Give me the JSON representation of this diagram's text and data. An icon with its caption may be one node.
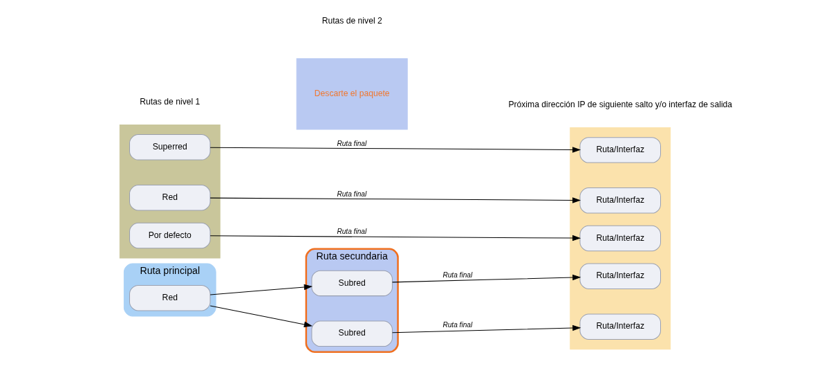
{
  "diagram": {
    "nodes": [
      {
        "text": [],
        "shape": "box"
      },
      {
        "text": [
          "Por defecto"
        ],
        "in": 0
      },
      {
        "text": [
          "Superred"
        ],
        "in": 0
      },
      {
        "text": [
          "Red"
        ],
        "in": 0
      },
      {
        "text": [
          "Ruta principal"
        ]
      },
      {
        "text": [
          "Red"
        ],
        "in": 4
      },
      {
        "text": [
          "Descarte el paquete"
        ]
      },
      {
        "text": [
          "Ruta secundaria"
        ]
      },
      {
        "text": [
          "Subred"
        ],
        "in": 7
      },
      {
        "text": [
          "Subred"
        ],
        "in": 7
      },
      {
        "text": [],
        "shape": "box"
      },
      {
        "text": [
          "Ruta/Interfaz"
        ],
        "in": 10
      },
      {
        "text": [
          "Ruta/Interfaz"
        ],
        "in": 10
      },
      {
        "text": [
          "Ruta/Interfaz"
        ],
        "in": 10
      },
      {
        "text": [
          "Ruta/Interfaz"
        ],
        "in": 10
      },
      {
        "text": [
          "Ruta/Interfaz"
        ],
        "in": 10
      }
    ],
    "edges": [
      {
        "from": 1,
        "to": 11,
        "arrow": "to",
        "label": "Ruta final"
      },
      {
        "from": 2,
        "to": 12,
        "arrow": "to",
        "label": "Ruta final"
      },
      {
        "from": 3,
        "to": 13,
        "arrow": "to",
        "label": "Ruta final"
      },
      {
        "from": 5,
        "to": 8,
        "arrow": "to"
      },
      {
        "from": 5,
        "to": 9,
        "arrow": "to"
      },
      {
        "from": 8,
        "to": 14,
        "arrow": "to",
        "label": "Ruta final"
      },
      {
        "from": 9,
        "to": 15,
        "arrow": "to",
        "label": "Ruta final"
      }
    ],
    "labels": [
      "Rutas de nivel 1",
      "Rutas de nivel 2",
      "Próxima dirección IP de siguiente salto y/o interfaz de salida"
    ]
  }
}
